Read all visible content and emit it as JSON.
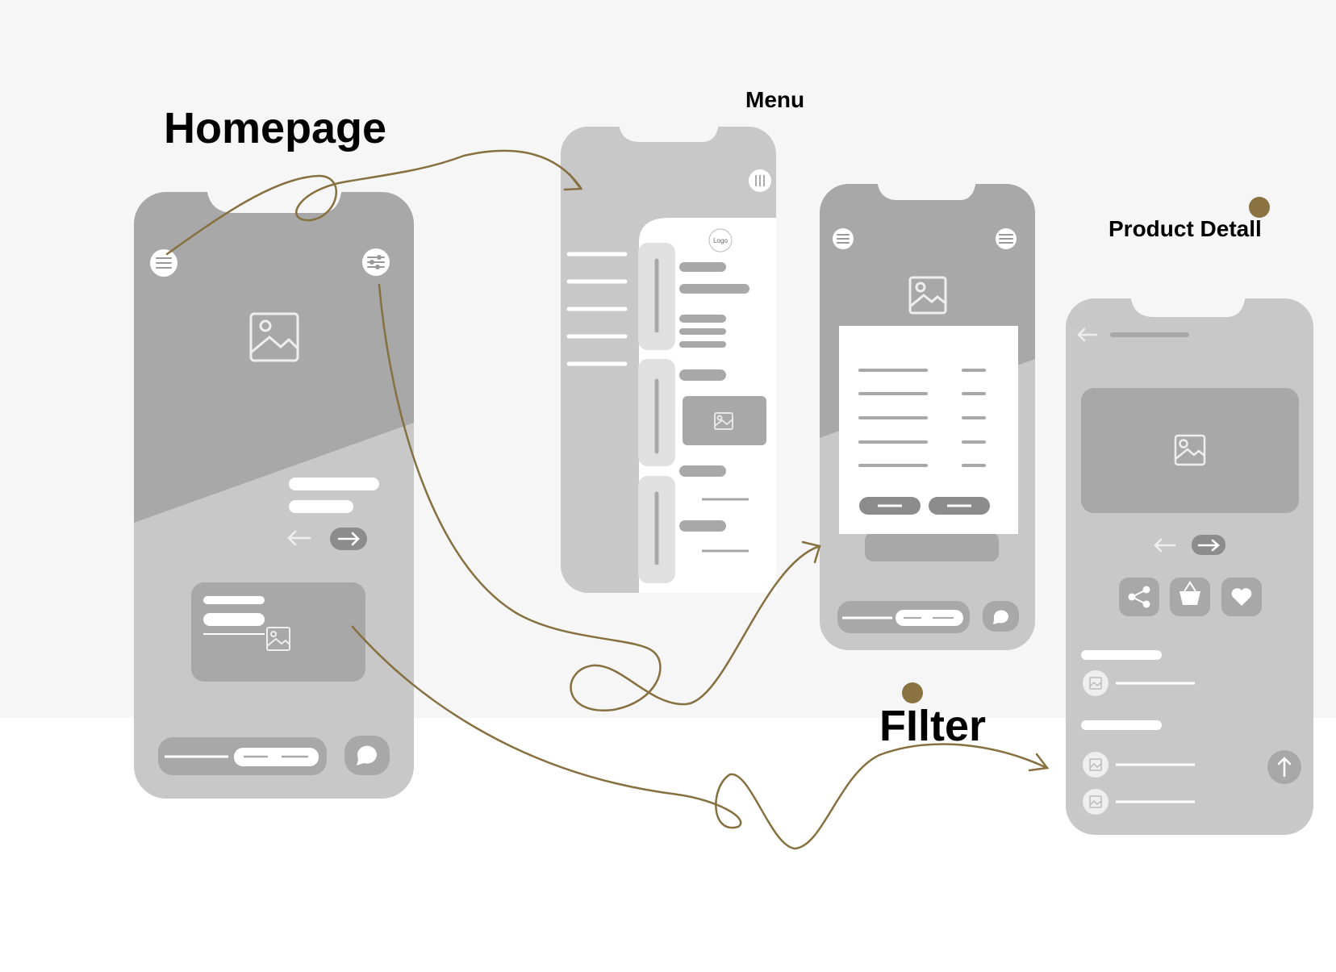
{
  "labels": {
    "homepage": "Homepage",
    "menu": "Menu",
    "filter": "FIlter",
    "product_detail": "Product Detall"
  },
  "menu_screen": {
    "logo_text": "Logo"
  },
  "colors": {
    "canvas_top": "#f6f6f6",
    "canvas_bottom": "#ffffff",
    "phone_light": "#c8c8c8",
    "phone_dark": "#a8a8a8",
    "control_dark": "#8c8c8c",
    "white": "#ffffff",
    "flow_arrow": "#86703f",
    "accent_dot": "#8a7340"
  },
  "icons": [
    "hamburger-icon",
    "filter-sliders-icon",
    "image-placeholder-icon",
    "arrow-left-icon",
    "arrow-right-icon",
    "chat-bubble-icon",
    "share-icon",
    "basket-icon",
    "heart-icon",
    "arrow-up-icon",
    "menu-lines-icon"
  ]
}
